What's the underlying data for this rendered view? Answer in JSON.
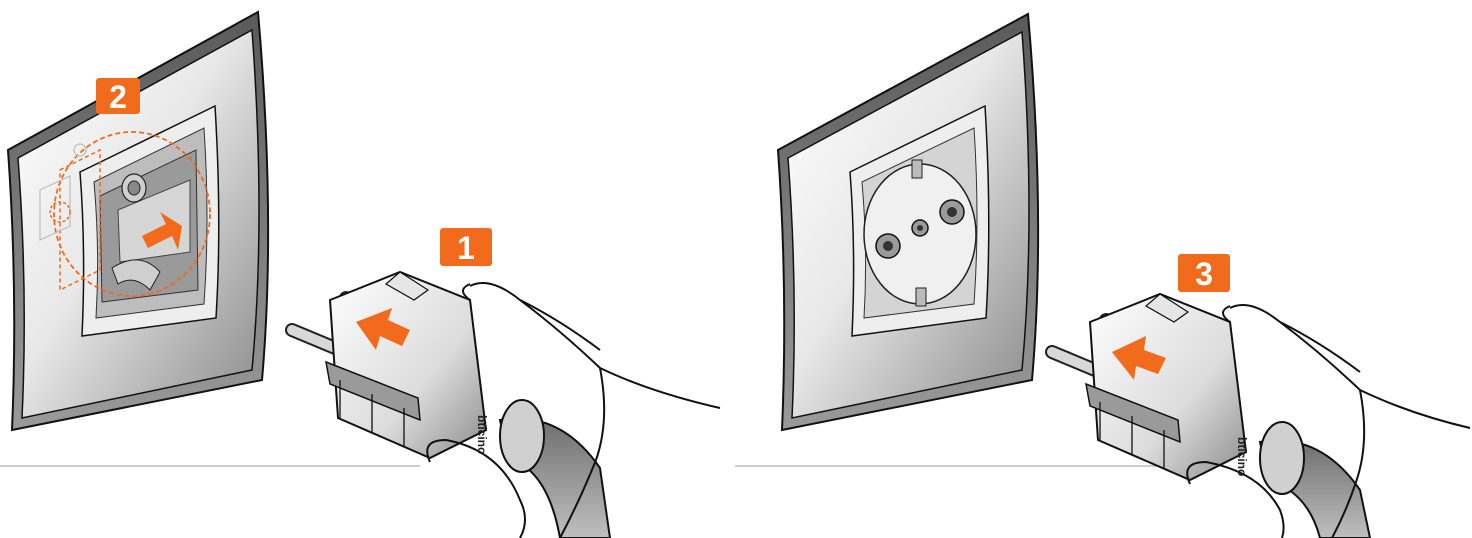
{
  "steps": [
    {
      "label": "2"
    },
    {
      "label": "1"
    },
    {
      "label": "3"
    }
  ],
  "brand": {
    "left": "bticino",
    "right": "bticino"
  },
  "colors": {
    "accent": "#f26a1b",
    "plate_light": "#f4f4f4",
    "plate_dark": "#7a7a7a",
    "outline": "#111111",
    "floor_line": "#bbbbbb"
  }
}
